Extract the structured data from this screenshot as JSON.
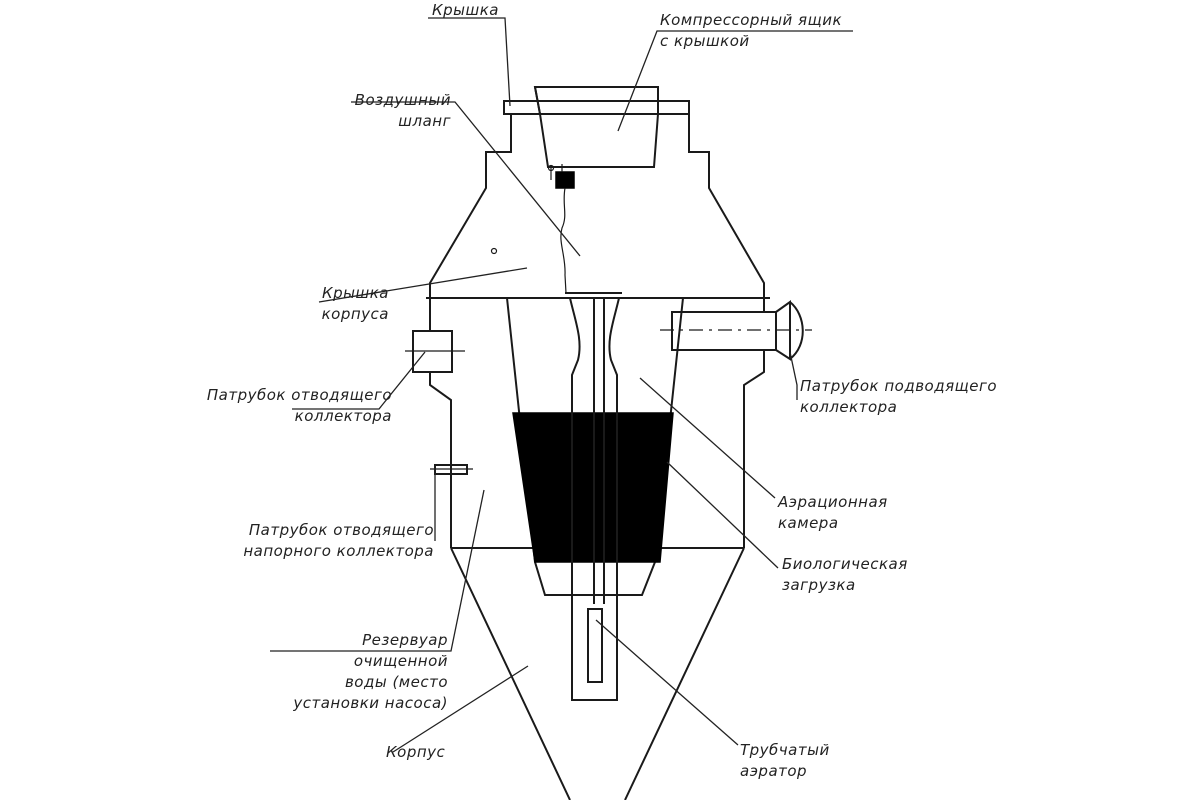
{
  "labels": {
    "lid": "Крышка",
    "compressor_box_1": "Компрессорный ящик",
    "compressor_box_2": "с крышкой",
    "air_hose_1": "Воздушный",
    "air_hose_2": "шланг",
    "body_lid_1": "Крышка",
    "body_lid_2": "корпуса",
    "outlet_pipe_1": "Патрубок отводящего",
    "outlet_pipe_2": "коллектора",
    "inlet_pipe_1": "Патрубок подводящего",
    "inlet_pipe_2": "коллектора",
    "pressure_outlet_1": "Патрубок отводящего",
    "pressure_outlet_2": "напорного коллектора",
    "aeration_chamber_1": "Аэрационная",
    "aeration_chamber_2": "камера",
    "bio_load_1": "Биологическая",
    "bio_load_2": "загрузка",
    "clean_water_1": "Резервуар",
    "clean_water_2": "очищенной",
    "clean_water_3": "воды (место",
    "clean_water_4": "установки насоса)",
    "body": "Корпус",
    "tube_aerator_1": "Трубчатый",
    "tube_aerator_2": "аэратор"
  }
}
